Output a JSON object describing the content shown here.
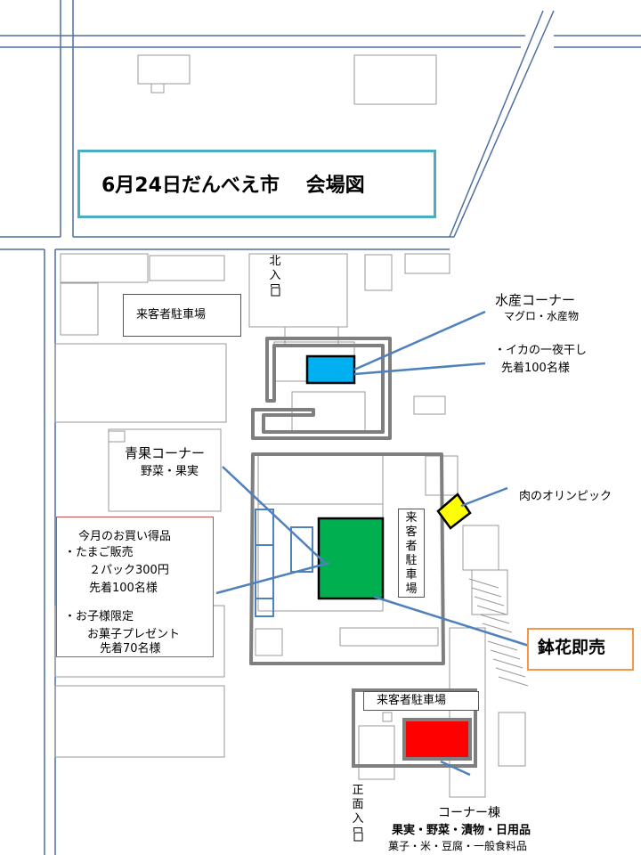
{
  "title": "6月24日だんべえ市　 会場図",
  "parking_labels": {
    "northwest": "来客者駐車場",
    "south": "来客者駐車場",
    "east_vertical": "来客者駐車場"
  },
  "entrances": {
    "north": "北入口",
    "main": "正面入口"
  },
  "callouts": {
    "seafood": {
      "title": "水産コーナー",
      "sub": "マグロ・水産物"
    },
    "squid": {
      "line1": "・イカの一夜干し",
      "line2": "先着100名様"
    },
    "meat": {
      "title": "肉のオリンピック"
    },
    "produce": {
      "title": "青果コーナー",
      "sub": "野菜・果実"
    },
    "flowers": {
      "title": "鉢花即売"
    },
    "deals": {
      "heading": "今月のお買い得品",
      "egg_line1": "・たまご販売",
      "egg_line2": "２パック300円",
      "egg_line3": "先着100名様",
      "kids_line1": "・お子様限定",
      "kids_line2": "お菓子プレゼント",
      "kids_line3": "先着70名様"
    },
    "corner_building": {
      "title": "コーナー棟",
      "line1": "果実・野菜・漬物・日用品",
      "line2": "菓子・米・豆腐・一般食料品"
    }
  },
  "colors": {
    "road": "#4f6f9f",
    "seafood": "#00b0f0",
    "produce": "#00b050",
    "meat": "#ffff00",
    "corner": "#ff0000",
    "title_border": "#4bacc6",
    "deals_border": "#c0504d",
    "flowers_border": "#f79646",
    "leader": "#4f81bd"
  }
}
